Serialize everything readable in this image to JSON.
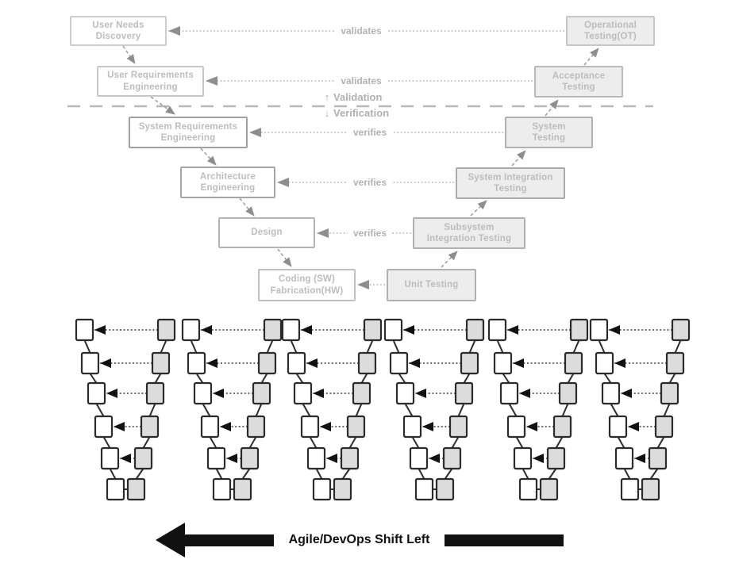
{
  "figure": {
    "background": "#ffffff",
    "vmodel": {
      "left_boxes": [
        {
          "label": "User Needs\nDiscovery"
        },
        {
          "label": "User Requirements\nEngineering"
        },
        {
          "label": "System Requirements\nEngineering"
        },
        {
          "label": "Architecture\nEngineering"
        },
        {
          "label": "Design"
        },
        {
          "label": "Coding (SW)\nFabrication(HW)"
        }
      ],
      "right_boxes": [
        {
          "label": "Operational\nTesting(OT)"
        },
        {
          "label": "Acceptance\nTesting"
        },
        {
          "label": "System\nTesting"
        },
        {
          "label": "System Integration\nTesting"
        },
        {
          "label": "Subsystem\nIntegration Testing"
        },
        {
          "label": "Unit Testing"
        }
      ],
      "connector_labels": [
        "validates",
        "validates",
        "verifies",
        "verifies",
        "verifies"
      ],
      "separator": {
        "up_arrow": "↑",
        "validation_label": "Validation",
        "down_arrow": "↓",
        "verification_label": "Verification"
      },
      "faded_color": "#b5b5b5"
    },
    "mini_v_row": {
      "count": 6,
      "levels": 6,
      "left_fill": "#ffffff",
      "right_fill": "#dcdcdc",
      "border_color": "#2b2b2b",
      "arrow_color": "#111111"
    },
    "shift_arrow": {
      "label": "Agile/DevOps Shift Left",
      "color": "#111111",
      "direction": "left"
    }
  }
}
